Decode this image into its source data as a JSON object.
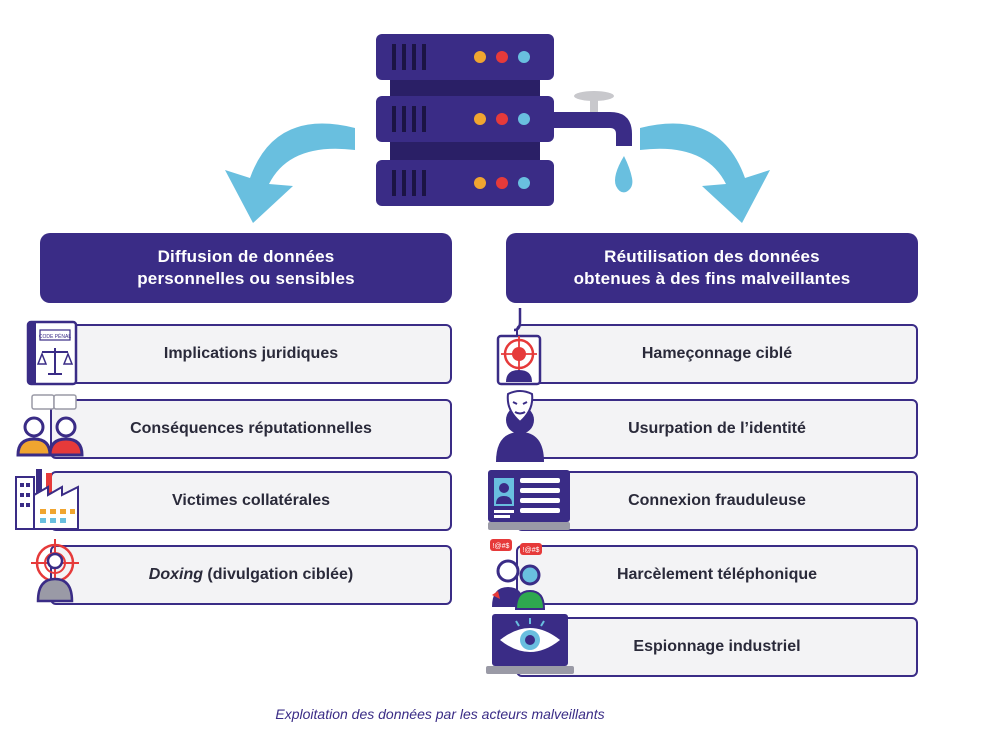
{
  "caption": "Exploitation des données par les acteurs malveillants",
  "colors": {
    "navy": "#3a2c86",
    "arrow": "#69bfdf",
    "row_bg": "#f3f3f5",
    "dot_orange": "#f0a530",
    "dot_red": "#e63a3a",
    "dot_blue": "#69bfdf"
  },
  "left": {
    "header": "Diffusion de données\npersonnelles ou sensibles",
    "items": [
      {
        "label": "Implications juridiques",
        "icon": "code-penal-book-icon",
        "icon_text": "CODE PÉNAL"
      },
      {
        "label": "Conséquences réputationnelles",
        "icon": "people-speech-bubbles-icon"
      },
      {
        "label": "Victimes collatérales",
        "icon": "factory-buildings-icon"
      },
      {
        "label_italic": "Doxing",
        "label_rest": " (divulgation ciblée)",
        "icon": "target-person-icon"
      }
    ]
  },
  "right": {
    "header": "Réutilisation des données\nobtenues à des fins malveillantes",
    "items": [
      {
        "label": "Hameçonnage ciblé",
        "icon": "phishing-hook-target-icon"
      },
      {
        "label": "Usurpation de l’identité",
        "icon": "masked-person-icon"
      },
      {
        "label": "Connexion frauduleuse",
        "icon": "fraudulent-login-screen-icon"
      },
      {
        "label": "Harcèlement téléphonique",
        "icon": "phone-harassment-icon",
        "icon_text": "!@#$"
      },
      {
        "label": "Espionnage industriel",
        "icon": "eye-laptop-icon"
      }
    ]
  }
}
